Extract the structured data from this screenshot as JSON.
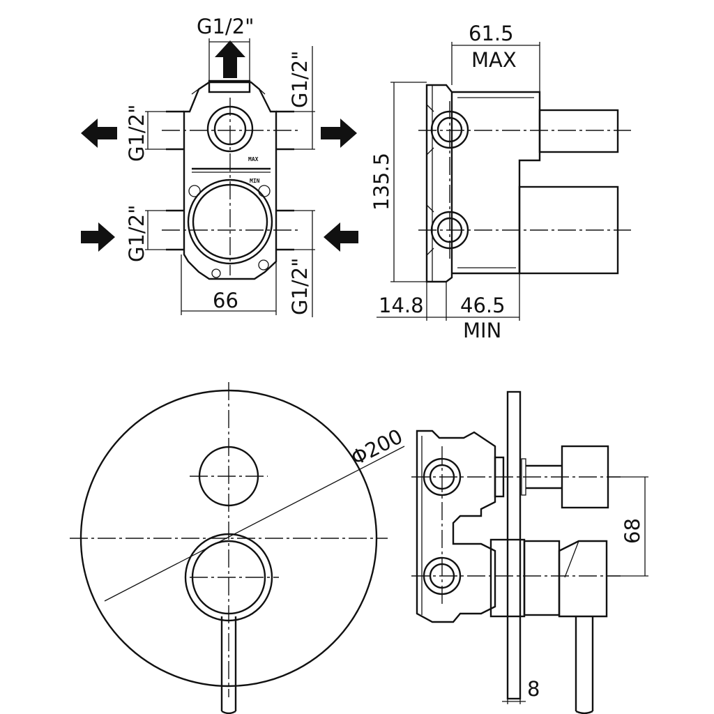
{
  "labels": {
    "top_inlet": "G1/2\"",
    "right_top": "G1/2\"",
    "left_top": "G1/2\"",
    "left_bottom": "G1/2\"",
    "right_bottom": "G1/2\"",
    "width_66": "66",
    "max_depth": "61.5",
    "max_text": "MAX",
    "height": "135.5",
    "offset": "14.8",
    "min_depth": "46.5",
    "min_text": "MIN",
    "diameter": "Φ200",
    "spacing": "68",
    "plate": "8",
    "max_mark": "MAX",
    "min_mark": "MIN"
  }
}
